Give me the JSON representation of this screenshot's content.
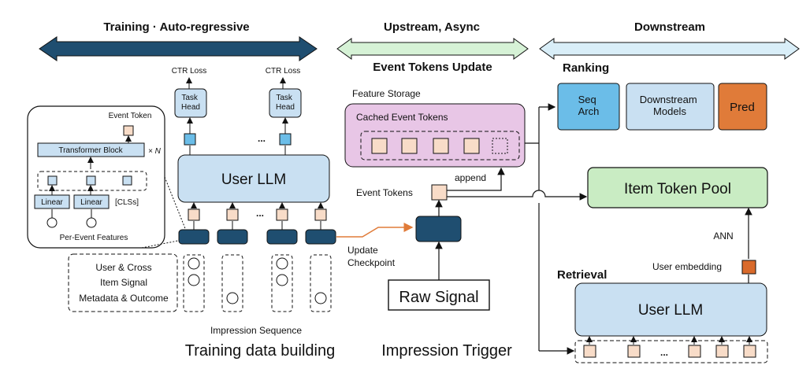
{
  "headers": {
    "training": "Training · Auto-regressive",
    "upstream": "Upstream, Async",
    "downstream": "Downstream",
    "event_tokens_update": "Event Tokens Update",
    "ranking": "Ranking",
    "retrieval": "Retrieval"
  },
  "training": {
    "ctr_loss_1": "CTR Loss",
    "ctr_loss_2": "CTR Loss",
    "task_head_1": "Task\nHead",
    "task_head_2": "Task\nHead",
    "ellipsis_top": "...",
    "ellipsis_mid": "...",
    "user_llm": "User LLM",
    "impression_sequence": "Impression Sequence",
    "footer": "Training data building",
    "user_cross": "User & Cross",
    "item_signal": "Item Signal",
    "metadata_outcome": "Metadata & Outcome"
  },
  "inset": {
    "event_token": "Event Token",
    "transformer_block": "Transformer Block",
    "times_n": "× N",
    "linear_1": "Linear",
    "linear_2": "Linear",
    "cls": "[CLSs]",
    "per_event_features": "Per-Event Features"
  },
  "upstream": {
    "feature_storage": "Feature Storage",
    "cached_event_tokens": "Cached Event Tokens",
    "event_tokens": "Event Tokens",
    "append": "append",
    "update_checkpoint_1": "Update",
    "update_checkpoint_2": "Checkpoint",
    "raw_signal": "Raw Signal",
    "footer": "Impression Trigger"
  },
  "downstream": {
    "seq_arch": "Seq\nArch",
    "downstream_models": "Downstream\nModels",
    "pred": "Pred",
    "item_token_pool": "Item Token Pool",
    "ann": "ANN",
    "user_embedding": "User embedding",
    "user_llm": "User LLM",
    "ellipsis": "..."
  },
  "colors": {
    "navy": "#1f4e70",
    "light_blue": "#c9e0f2",
    "mid_blue": "#6bbde8",
    "green": "#c9ecc3",
    "light_green_arrow": "#d6f2d6",
    "light_cyan_arrow": "#d9eef8",
    "pink": "#e8c6e6",
    "peach": "#f8dcc8",
    "orange": "#e07b39",
    "embed_orange": "#d96a2b"
  }
}
